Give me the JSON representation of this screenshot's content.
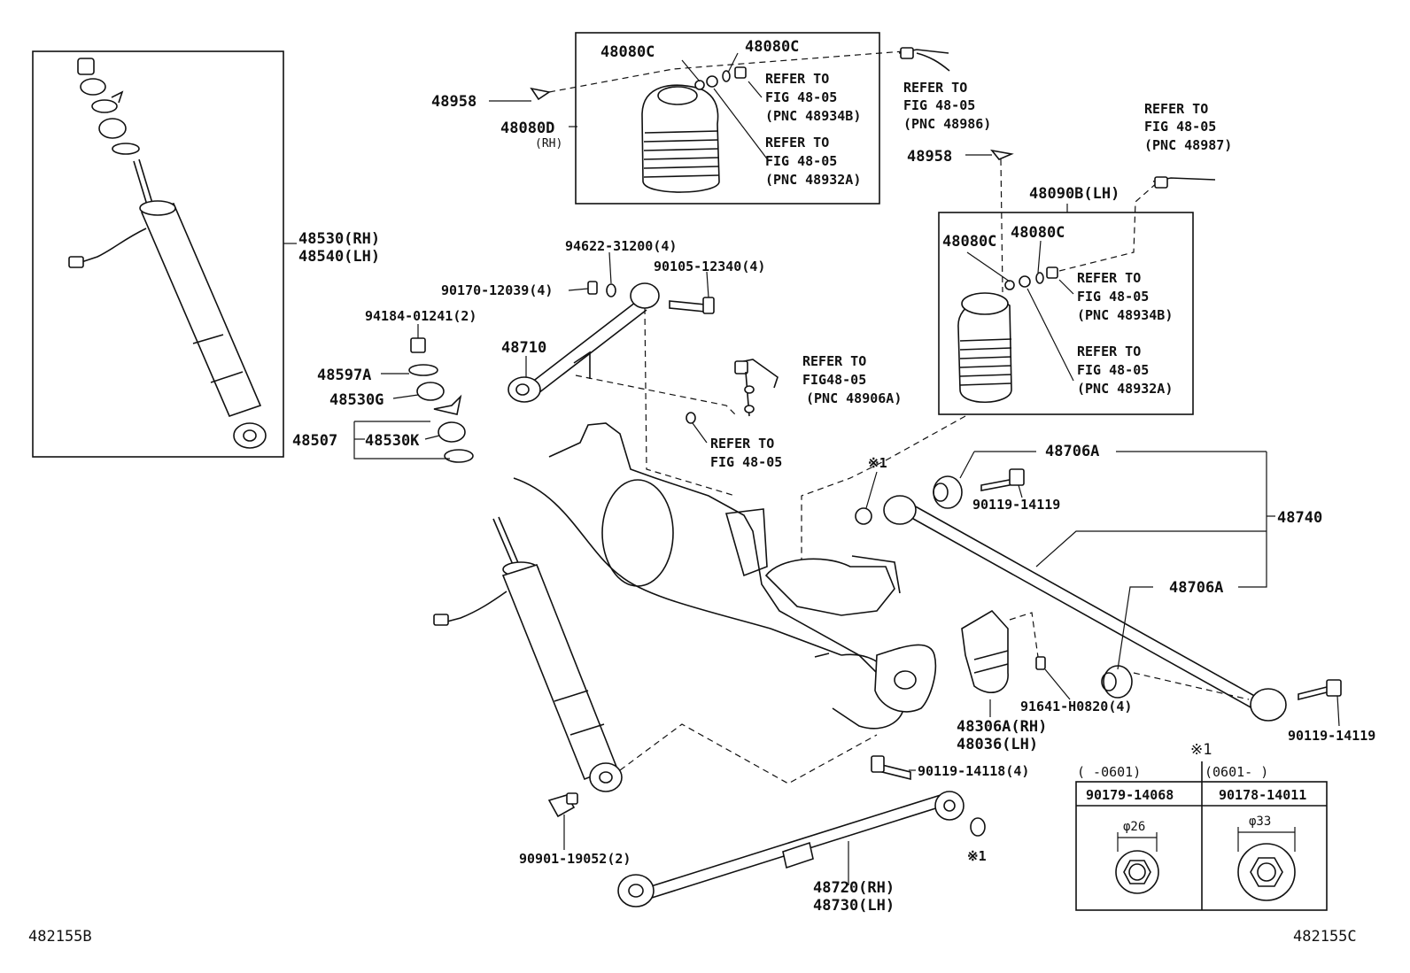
{
  "diagram_id_left": "482155B",
  "diagram_id_right": "482155C",
  "labels": {
    "p48530": "48530(RH)",
    "p48540": "48540(LH)",
    "p48958a": "48958",
    "p48080c_a": "48080C",
    "p48080c_b": "48080C",
    "p48080d": "48080D",
    "rh_small": "(RH)",
    "p48958b": "48958",
    "p48090b": "48090B(LH)",
    "p48080c_c": "48080C",
    "p48080c_d": "48080C",
    "p94622": "94622-31200(4)",
    "p90170": "90170-12039(4)",
    "p90105": "90105-12340(4)",
    "p94184": "94184-01241(2)",
    "p48710": "48710",
    "p48597a": "48597A",
    "p48530g": "48530G",
    "p48507": "48507",
    "p48530k": "48530K",
    "p48706a_a": "48706A",
    "p48706a_b": "48706A",
    "p48740": "48740",
    "p90119_14119a": "90119-14119",
    "p90119_14119b": "90119-14119",
    "p91641": "91641-H0820(4)",
    "p48306a": "48306A(RH)",
    "p48036": "48036(LH)",
    "p90119_14118": "90119-14118(4)",
    "p90901": "90901-19052(2)",
    "p48720": "48720(RH)",
    "p48730": "48730(LH)",
    "mark1_a": "※1",
    "mark1_b": "※1",
    "mark1_c": "※1"
  },
  "refs": [
    {
      "l1": "REFER TO",
      "l2": "FIG 48-05",
      "l3": "(PNC 48934B)"
    },
    {
      "l1": "REFER TO",
      "l2": "FIG 48-05",
      "l3": "(PNC 48932A)"
    },
    {
      "l1": "REFER TO",
      "l2": "FIG 48-05",
      "l3": "(PNC 48986)"
    },
    {
      "l1": "REFER TO",
      "l2": "FIG 48-05",
      "l3": "(PNC 48987)"
    },
    {
      "l1": "REFER TO",
      "l2": "FIG 48-05",
      "l3": "(PNC 48934B)"
    },
    {
      "l1": "REFER TO",
      "l2": "FIG 48-05",
      "l3": "(PNC 48932A)"
    },
    {
      "l1": "REFER TO",
      "l2": "FIG48-05",
      "l3": "(PNC 48906A)"
    },
    {
      "l1": "REFER TO",
      "l2": "FIG 48-05",
      "l3": ""
    }
  ],
  "nut_table": {
    "title_mark": "※1",
    "col1_period": "(      -0601)",
    "col2_period": "(0601-      )",
    "col1_part": "90179-14068",
    "col2_part": "90178-14011",
    "col1_dim": "φ26",
    "col2_dim": "φ33"
  }
}
